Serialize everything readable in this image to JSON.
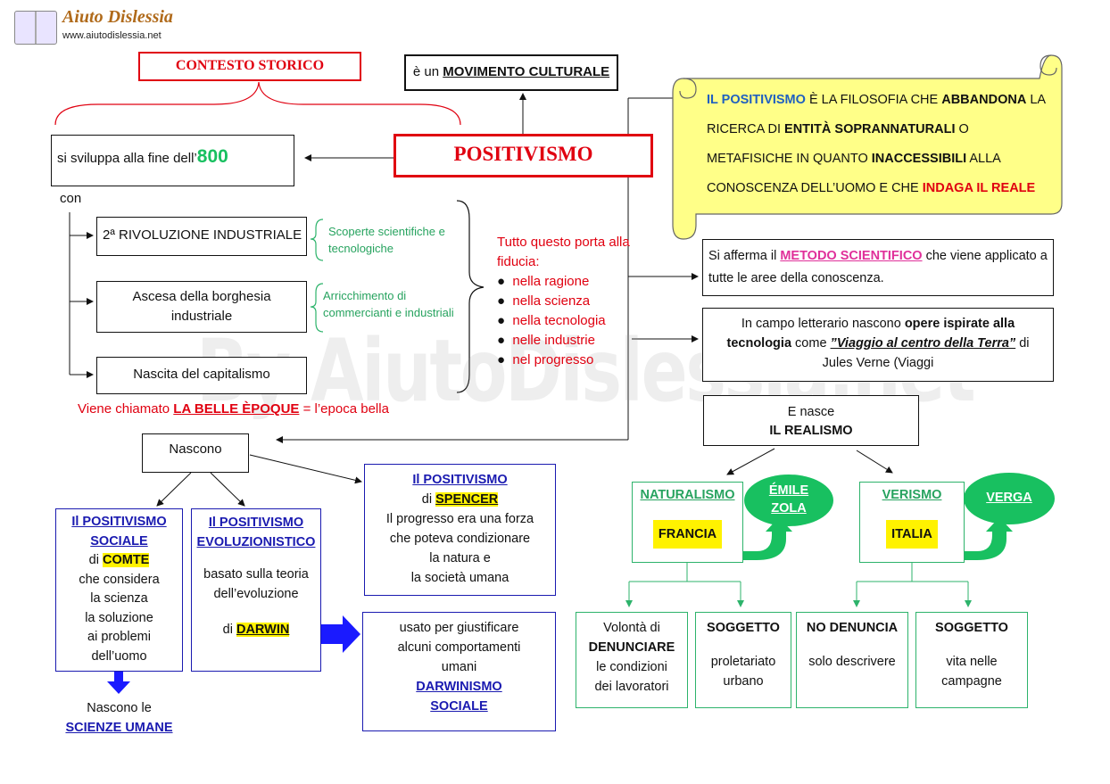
{
  "logo": {
    "name": "Aiuto Dislessia",
    "url": "www.aiutodislessia.net"
  },
  "watermark": "By AiutoDislessia.net",
  "contesto": "CONTESTO STORICO",
  "movimento": {
    "pre": "è un",
    "key": "MOVIMENTO CULTURALE"
  },
  "title": "POSITIVISMO",
  "sviluppa": {
    "text": "si sviluppa alla fine dell’",
    "num": "800"
  },
  "con": "con",
  "causes": [
    "2ª RIVOLUZIONE INDUSTRIALE",
    "Ascesa della borghesia industriale",
    "Nascita del capitalismo"
  ],
  "notes": [
    "Scoperte scientifiche e tecnologiche",
    "Arricchimento di commercianti e industriali"
  ],
  "fiducia": {
    "intro": "Tutto questo porta alla fiducia:",
    "items": [
      "nella ragione",
      "nella scienza",
      "nella tecnologia",
      "nelle industrie",
      "nel progresso"
    ]
  },
  "belle_epoque": {
    "pre": "Viene chiamato",
    "key": "LA BELLE ÈPOQUE",
    "post": "= l’epoca bella"
  },
  "scroll": {
    "a": "IL POSITIVISMO",
    "b": "È LA FILOSOFIA CHE",
    "c": "ABBANDONA",
    "d": "LA RICERCA DI",
    "e": "ENTITÀ SOPRANNATURALI",
    "f": "O METAFISICHE IN QUANTO",
    "g": "INACCESSIBILI",
    "h": "ALLA CONOSCENZA DELL’UOMO  E CHE",
    "i": "INDAGA IL REALE"
  },
  "metodo": {
    "pre": "Si afferma il",
    "key": "METODO SCIENTIFICO",
    "post": "che viene applicato a tutte le aree   della conoscenza."
  },
  "letteratura": {
    "pre": "In campo letterario nascono",
    "key": "opere ispirate alla tecnologia",
    "mid": "come",
    "title": "”Viaggio al centro della Terra”",
    "post": "di  Jules Verne (Viaggi"
  },
  "realismo": {
    "pre": "E  nasce",
    "key": "IL REALISMO"
  },
  "nascono": "Nascono",
  "comte": {
    "title": "Il POSITIVISMO SOCIALE",
    "di": "di",
    "name": "COMTE",
    "body": [
      "che considera",
      "la scienza",
      "la soluzione",
      "ai problemi",
      "dell’uomo"
    ]
  },
  "scienze_umane": {
    "pre": "Nascono le",
    "key": "SCIENZE UMANE"
  },
  "darwin": {
    "title": "Il POSITIVISMO EVOLUZIONISTICO",
    "body": [
      "basato sulla teoria",
      "dell’evoluzione"
    ],
    "di": "di",
    "name": "DARWIN"
  },
  "spencer": {
    "title": "Il POSITIVISMO",
    "di": "di",
    "name": "SPENCER",
    "body": [
      "Il progresso era una forza",
      "che poteva condizionare",
      "la natura e",
      "la società umana"
    ]
  },
  "darwinismo": {
    "body": [
      "usato per giustificare",
      "alcuni comportamenti",
      "umani"
    ],
    "key": [
      "DARWINISMO",
      "SOCIALE"
    ]
  },
  "naturalismo": {
    "title": "NATURALISMO",
    "country": "FRANCIA",
    "author": [
      "ÉMILE",
      "ZOLA"
    ]
  },
  "verismo": {
    "title": "VERISMO",
    "country": "ITALIA",
    "author": [
      "VERGA"
    ]
  },
  "nat_boxes": [
    {
      "lines": [
        "Volontà di"
      ],
      "key": "DENUNCIARE",
      "rest": [
        "le condizioni",
        "dei lavoratori"
      ]
    },
    {
      "key": "SOGGETTO",
      "rest": [
        "proletariato",
        "urbano"
      ]
    }
  ],
  "ver_boxes": [
    {
      "key": "NO DENUNCIA",
      "rest": [
        "solo descrivere"
      ]
    },
    {
      "key": "SOGGETTO",
      "rest": [
        "vita nelle",
        "campagne"
      ]
    }
  ],
  "colors": {
    "red": "#e00010",
    "blue": "#1a1ab0",
    "green": "#2db36b",
    "scroll": "#ffff88",
    "highlight": "#fff200",
    "pink": "#e0309a"
  }
}
